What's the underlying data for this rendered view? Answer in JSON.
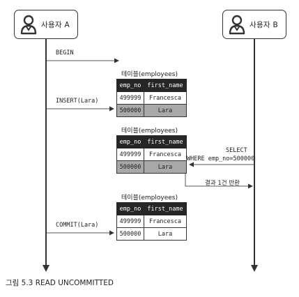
{
  "actors": {
    "a": {
      "name": "사용자 A",
      "icon": "user-icon"
    },
    "b": {
      "name": "사용자 B",
      "icon": "user-icon"
    }
  },
  "messages": {
    "begin": "BEGIN",
    "insert": "INSERT(Lara)",
    "select_line1": "SELECT",
    "select_line2": "WHERE emp_no=500000",
    "result": "결과 1건 반환",
    "commit": "COMMIT(Lara)"
  },
  "tables": [
    {
      "title": "테이블(employees)",
      "headers": [
        "emp_no",
        "first_name"
      ],
      "rows": [
        [
          "499999",
          "Francesca"
        ],
        [
          "500000",
          "Lara"
        ]
      ],
      "highlight_row": 1
    },
    {
      "title": "테이블(employees)",
      "headers": [
        "emp_no",
        "first_name"
      ],
      "rows": [
        [
          "499999",
          "Francesca"
        ],
        [
          "500000",
          "Lara"
        ]
      ],
      "highlight_row": 1
    },
    {
      "title": "테이블(employees)",
      "headers": [
        "emp_no",
        "first_name"
      ],
      "rows": [
        [
          "499999",
          "Francesca"
        ],
        [
          "500000",
          "Lara"
        ]
      ],
      "highlight_row": null
    }
  ],
  "caption": "그림 5.3 READ UNCOMMITTED",
  "colors": {
    "line": "#333333",
    "header_bg": "#262626",
    "highlight": "#a8a8a8"
  }
}
